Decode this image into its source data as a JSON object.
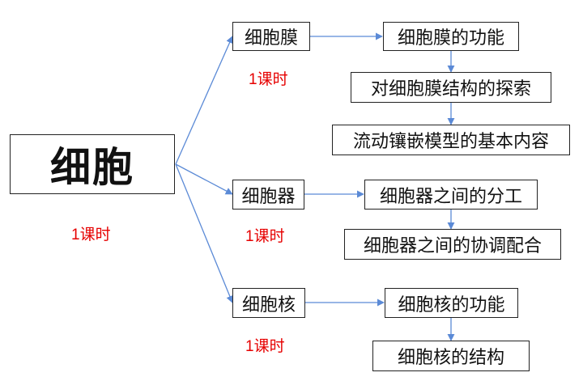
{
  "root": {
    "label": "细胞",
    "hours": "1课时"
  },
  "branches": [
    {
      "label": "细胞膜",
      "hours": "1课时",
      "topics": [
        "细胞膜的功能",
        "对细胞膜结构的探索",
        "流动镶嵌模型的基本内容"
      ]
    },
    {
      "label": "细胞器",
      "hours": "1课时",
      "topics": [
        "细胞器之间的分工",
        "细胞器之间的协调配合"
      ]
    },
    {
      "label": "细胞核",
      "hours": "1课时",
      "topics": [
        "细胞核的功能",
        "细胞核的结构"
      ]
    }
  ],
  "colors": {
    "arrow": "#5b8ad6",
    "hours_text": "#e60000",
    "border": "#222222"
  }
}
